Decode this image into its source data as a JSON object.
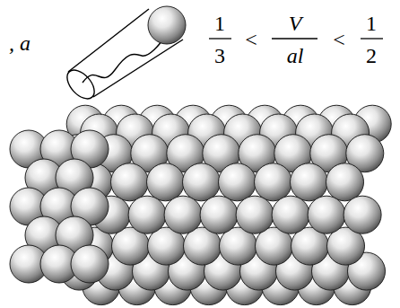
{
  "diagram": {
    "labels": [
      ", a",
      "1",
      "3",
      "<",
      "V",
      "al",
      "<",
      "1",
      "2"
    ]
  }
}
